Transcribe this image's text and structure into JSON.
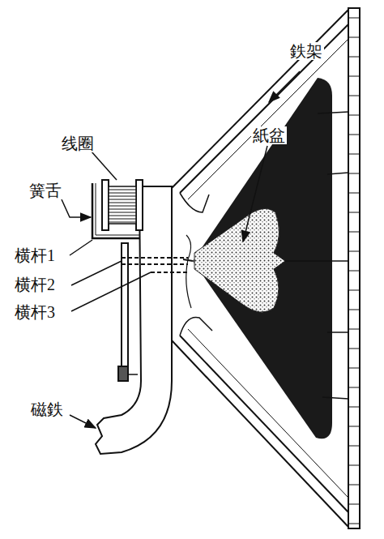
{
  "diagram": {
    "labels": [
      "鉄架",
      "紙盆",
      "线圈",
      "簧舌",
      "横杆1",
      "横杆2",
      "横杆3",
      "磁鉄"
    ]
  }
}
